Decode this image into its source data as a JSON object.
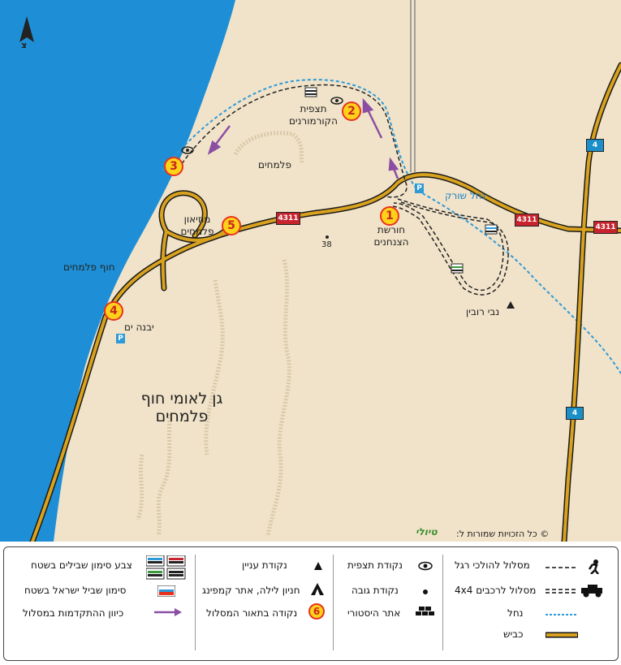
{
  "compass": {
    "north_label": "צ"
  },
  "map_labels": {
    "beach": "חוף פלמחים",
    "palmachim": "פלמחים",
    "yavne_yam": "יבנה ים",
    "museum": "מוזיאון פלמחים",
    "observation": "תצפית הקורמורנים",
    "eucalyptus": "חורשת הצנחנים",
    "nabi_rubin": "נבי רובין",
    "nahal_sorek": "נחל שורק",
    "elevation": "38",
    "park_name": "גן לאומי חוף פלמחים"
  },
  "roads": {
    "road_4311": "4311",
    "road_4": "4"
  },
  "parking_label": "P",
  "points": [
    "1",
    "2",
    "3",
    "4",
    "5"
  ],
  "copyright": "© כל הזכויות שמורות ל:",
  "brand": "טיולי",
  "legend": {
    "col1": [
      {
        "label": "מסלול להולכי רגל",
        "icon": "hiker-icon"
      },
      {
        "label": "מסלול לרכבים 4x4",
        "icon": "jeep-icon"
      },
      {
        "label": "נחל",
        "icon": "stream-line"
      },
      {
        "label": "כביש",
        "icon": "road-line"
      }
    ],
    "col2": [
      {
        "label": "נקודת תצפית",
        "icon": "eye-icon"
      },
      {
        "label": "נקודת גובה",
        "icon": "dot-icon"
      },
      {
        "label": "אתר היסטורי",
        "icon": "bricks-icon"
      }
    ],
    "col3": [
      {
        "label": "נקודת עניין",
        "icon": "triangle-icon"
      },
      {
        "label": "חניון לילה, אתר קמפינג",
        "icon": "camping-icon"
      },
      {
        "label": "נקודה בתאור המסלול",
        "icon": "number-point-icon",
        "sample": "6"
      }
    ],
    "col4": [
      {
        "label": "צבע סימון שבילים בשטח",
        "icon": "trail-marks-icon"
      },
      {
        "label": "סימון שביל ישראל בשטח",
        "icon": "israel-trail-icon"
      },
      {
        "label": "כיוון ההתקדמות במסלול",
        "icon": "direction-arrow-icon"
      }
    ]
  },
  "colors": {
    "sea": "#1E8FD6",
    "land": "#F1E3C9",
    "road": "#D9A21E",
    "stream": "#2E9AD9",
    "arrow": "#8A4FA3"
  }
}
